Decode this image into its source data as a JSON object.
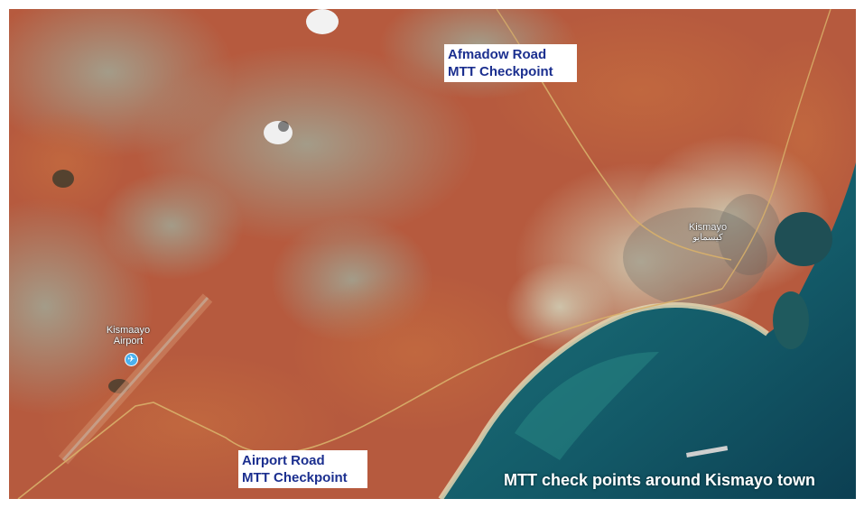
{
  "map": {
    "labels": {
      "afmadow_line1": "Afmadow Road",
      "afmadow_line2": "MTT Checkpoint",
      "airport_line1": "Airport Road",
      "airport_line2": "MTT Checkpoint"
    },
    "places": {
      "airport_line1": "Kismaayo",
      "airport_line2": "Airport",
      "town_name": "Kismayo",
      "town_name_local": "كيسمايو"
    },
    "caption": "MTT check points around Kismayo town",
    "colors": {
      "terrain_red": "#b8553a",
      "terrain_grey": "#9a9a86",
      "sand": "#d9cba4",
      "sea_deep": "#0f4a5c",
      "sea_shallow": "#1c6f78",
      "label_text": "#1b2f8f"
    },
    "icons": [
      "airport-pin-icon"
    ]
  }
}
